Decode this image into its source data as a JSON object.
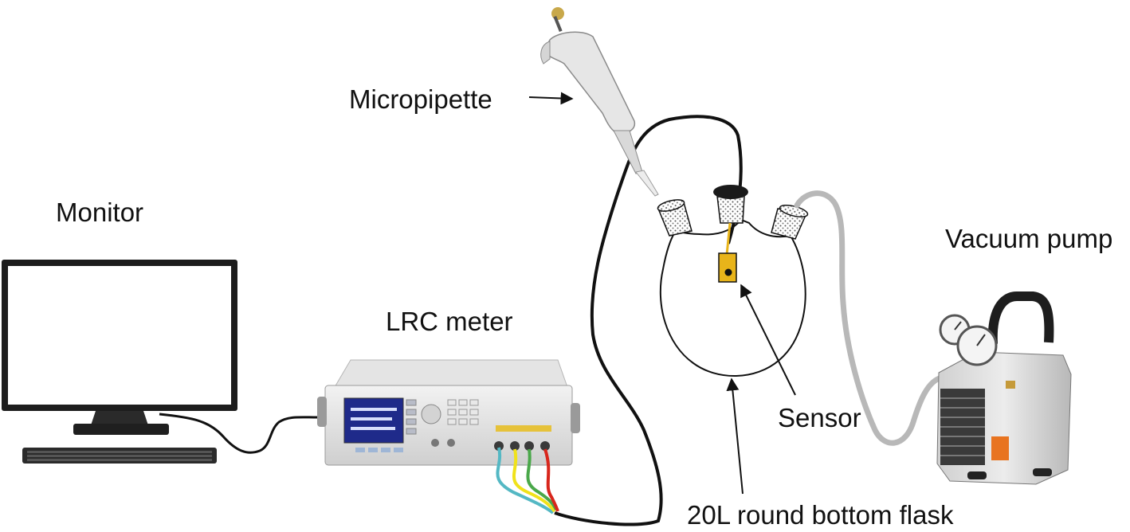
{
  "labels": {
    "monitor": "Monitor",
    "lrc_meter": "LRC meter",
    "micropipette": "Micropipette",
    "vacuum_pump": "Vacuum pump",
    "sensor": "Sensor",
    "flask": "20L round bottom flask"
  },
  "colors": {
    "wire": "#111111",
    "wire_cyan": "#54b8c4",
    "wire_yellow": "#f0e21a",
    "wire_green": "#4aa84a",
    "wire_red": "#d8261c",
    "vacuum_hose": "#b8b8b8",
    "sensor_chip": "#e8b41a"
  }
}
